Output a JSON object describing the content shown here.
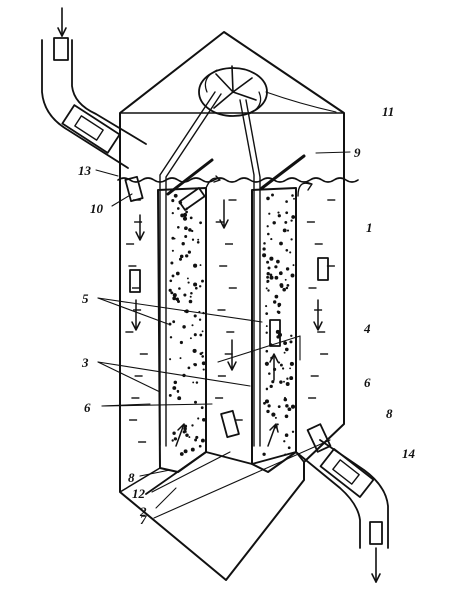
{
  "labels": {
    "l1_right": "1",
    "l2": "2",
    "l3": "3",
    "l4": "4",
    "l5": "5",
    "l6_left": "6",
    "l6_right": "6",
    "l7": "7",
    "l8_left": "8",
    "l8_right": "8",
    "l9": "9",
    "l10": "10",
    "l11": "11",
    "l12": "12",
    "l13": "13",
    "l14": "14"
  }
}
